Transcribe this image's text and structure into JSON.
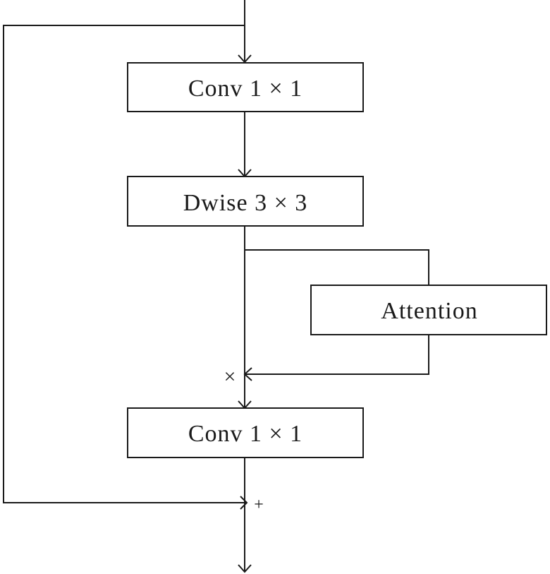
{
  "blocks": {
    "conv_top": "Conv 1 × 1",
    "dwise": "Dwise 3 × 3",
    "attention": "Attention",
    "conv_bottom": "Conv 1 × 1"
  },
  "ops": {
    "multiply": "×",
    "add": "+"
  },
  "colors": {
    "stroke": "#1a1a1a",
    "background": "#ffffff"
  }
}
